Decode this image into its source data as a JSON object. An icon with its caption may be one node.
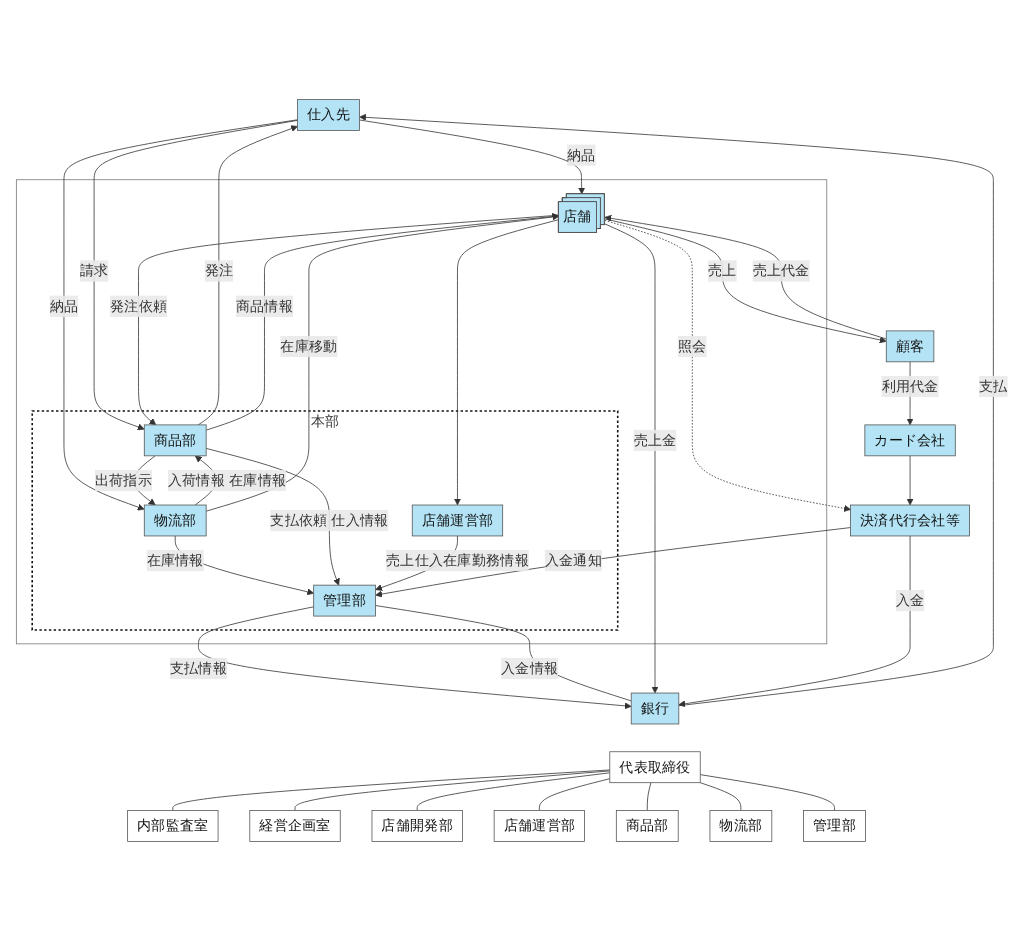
{
  "diagram": {
    "nodes": [
      {
        "text": [
          "仕入先"
        ]
      },
      {
        "text": [],
        "shape": "box"
      },
      {
        "text": [
          "本部"
        ],
        "in": 1
      },
      {
        "text": [
          "物流部"
        ],
        "in": 2
      },
      {
        "text": [
          "商品部"
        ],
        "in": 2
      },
      {
        "text": [
          "店舗運営部"
        ],
        "in": 2
      },
      {
        "text": [
          "管理部"
        ],
        "in": 2
      },
      {
        "text": [
          "店舗"
        ],
        "in": 1
      },
      {
        "text": [
          "顧客"
        ]
      },
      {
        "text": [
          "カード会社"
        ]
      },
      {
        "text": [
          "決済代行会社等"
        ]
      },
      {
        "text": [
          "銀行"
        ]
      },
      {
        "text": [
          "代表取締役"
        ]
      },
      {
        "text": [
          "内部監査室"
        ]
      },
      {
        "text": [
          "経営企画室"
        ]
      },
      {
        "text": [
          "店舗開発部"
        ]
      },
      {
        "text": [
          "店舗運営部"
        ]
      },
      {
        "text": [
          "商品部"
        ]
      },
      {
        "text": [
          "物流部"
        ]
      },
      {
        "text": [
          "管理部"
        ]
      }
    ],
    "edges": [
      {
        "from": 0,
        "to": 7,
        "label": "納品",
        "arrow": "to"
      },
      {
        "from": 0,
        "to": 3,
        "label": "納品",
        "arrow": "to"
      },
      {
        "from": 3,
        "to": 4,
        "label": "入荷情報 在庫情報",
        "arrow": "to"
      },
      {
        "from": 4,
        "to": 3,
        "label": "出荷指示",
        "arrow": "to"
      },
      {
        "from": 4,
        "to": 0,
        "label": "発注",
        "arrow": "to"
      },
      {
        "from": 0,
        "to": 4,
        "label": "請求",
        "arrow": "to"
      },
      {
        "from": 4,
        "to": 7,
        "label": "商品情報",
        "arrow": "to"
      },
      {
        "from": 7,
        "to": 4,
        "label": "発注依頼",
        "arrow": "to"
      },
      {
        "from": 3,
        "to": 7,
        "label": "在庫移動",
        "arrow": "to"
      },
      {
        "from": 3,
        "to": 6,
        "label": "在庫情報",
        "arrow": "to"
      },
      {
        "from": 4,
        "to": 6,
        "label": "支払依頼 仕入情報",
        "arrow": "to"
      },
      {
        "from": 7,
        "to": 5,
        "arrow": "to"
      },
      {
        "from": 5,
        "to": 6,
        "label": "売上仕入在庫勤務情報",
        "arrow": "to"
      },
      {
        "from": 7,
        "to": 8,
        "label": "売上",
        "arrow": "to"
      },
      {
        "from": 8,
        "to": 7,
        "label": "売上代金",
        "arrow": "to"
      },
      {
        "from": 8,
        "to": 9,
        "label": "利用代金",
        "arrow": "to"
      },
      {
        "from": 9,
        "to": 10,
        "arrow": "to"
      },
      {
        "from": 7,
        "to": 10,
        "label": "照会",
        "arrow": "to",
        "style": "dashed"
      },
      {
        "from": 10,
        "to": 6,
        "label": "入金通知",
        "arrow": "to"
      },
      {
        "from": 6,
        "to": 11,
        "label": "支払情報",
        "arrow": "to"
      },
      {
        "from": 6,
        "to": 11,
        "label": "入金情報",
        "arrow": "none"
      },
      {
        "from": 7,
        "to": 11,
        "label": "売上金",
        "arrow": "to"
      },
      {
        "from": 10,
        "to": 11,
        "label": "入金",
        "arrow": "to"
      },
      {
        "from": 11,
        "to": 0,
        "label": "支払",
        "arrow": "to"
      },
      {
        "from": 12,
        "to": 13,
        "arrow": "none"
      },
      {
        "from": 12,
        "to": 14,
        "arrow": "none"
      },
      {
        "from": 12,
        "to": 15,
        "arrow": "none"
      },
      {
        "from": 12,
        "to": 16,
        "arrow": "none"
      },
      {
        "from": 12,
        "to": 17,
        "arrow": "none"
      },
      {
        "from": 12,
        "to": 18,
        "arrow": "none"
      },
      {
        "from": 12,
        "to": 19,
        "arrow": "none"
      }
    ]
  }
}
